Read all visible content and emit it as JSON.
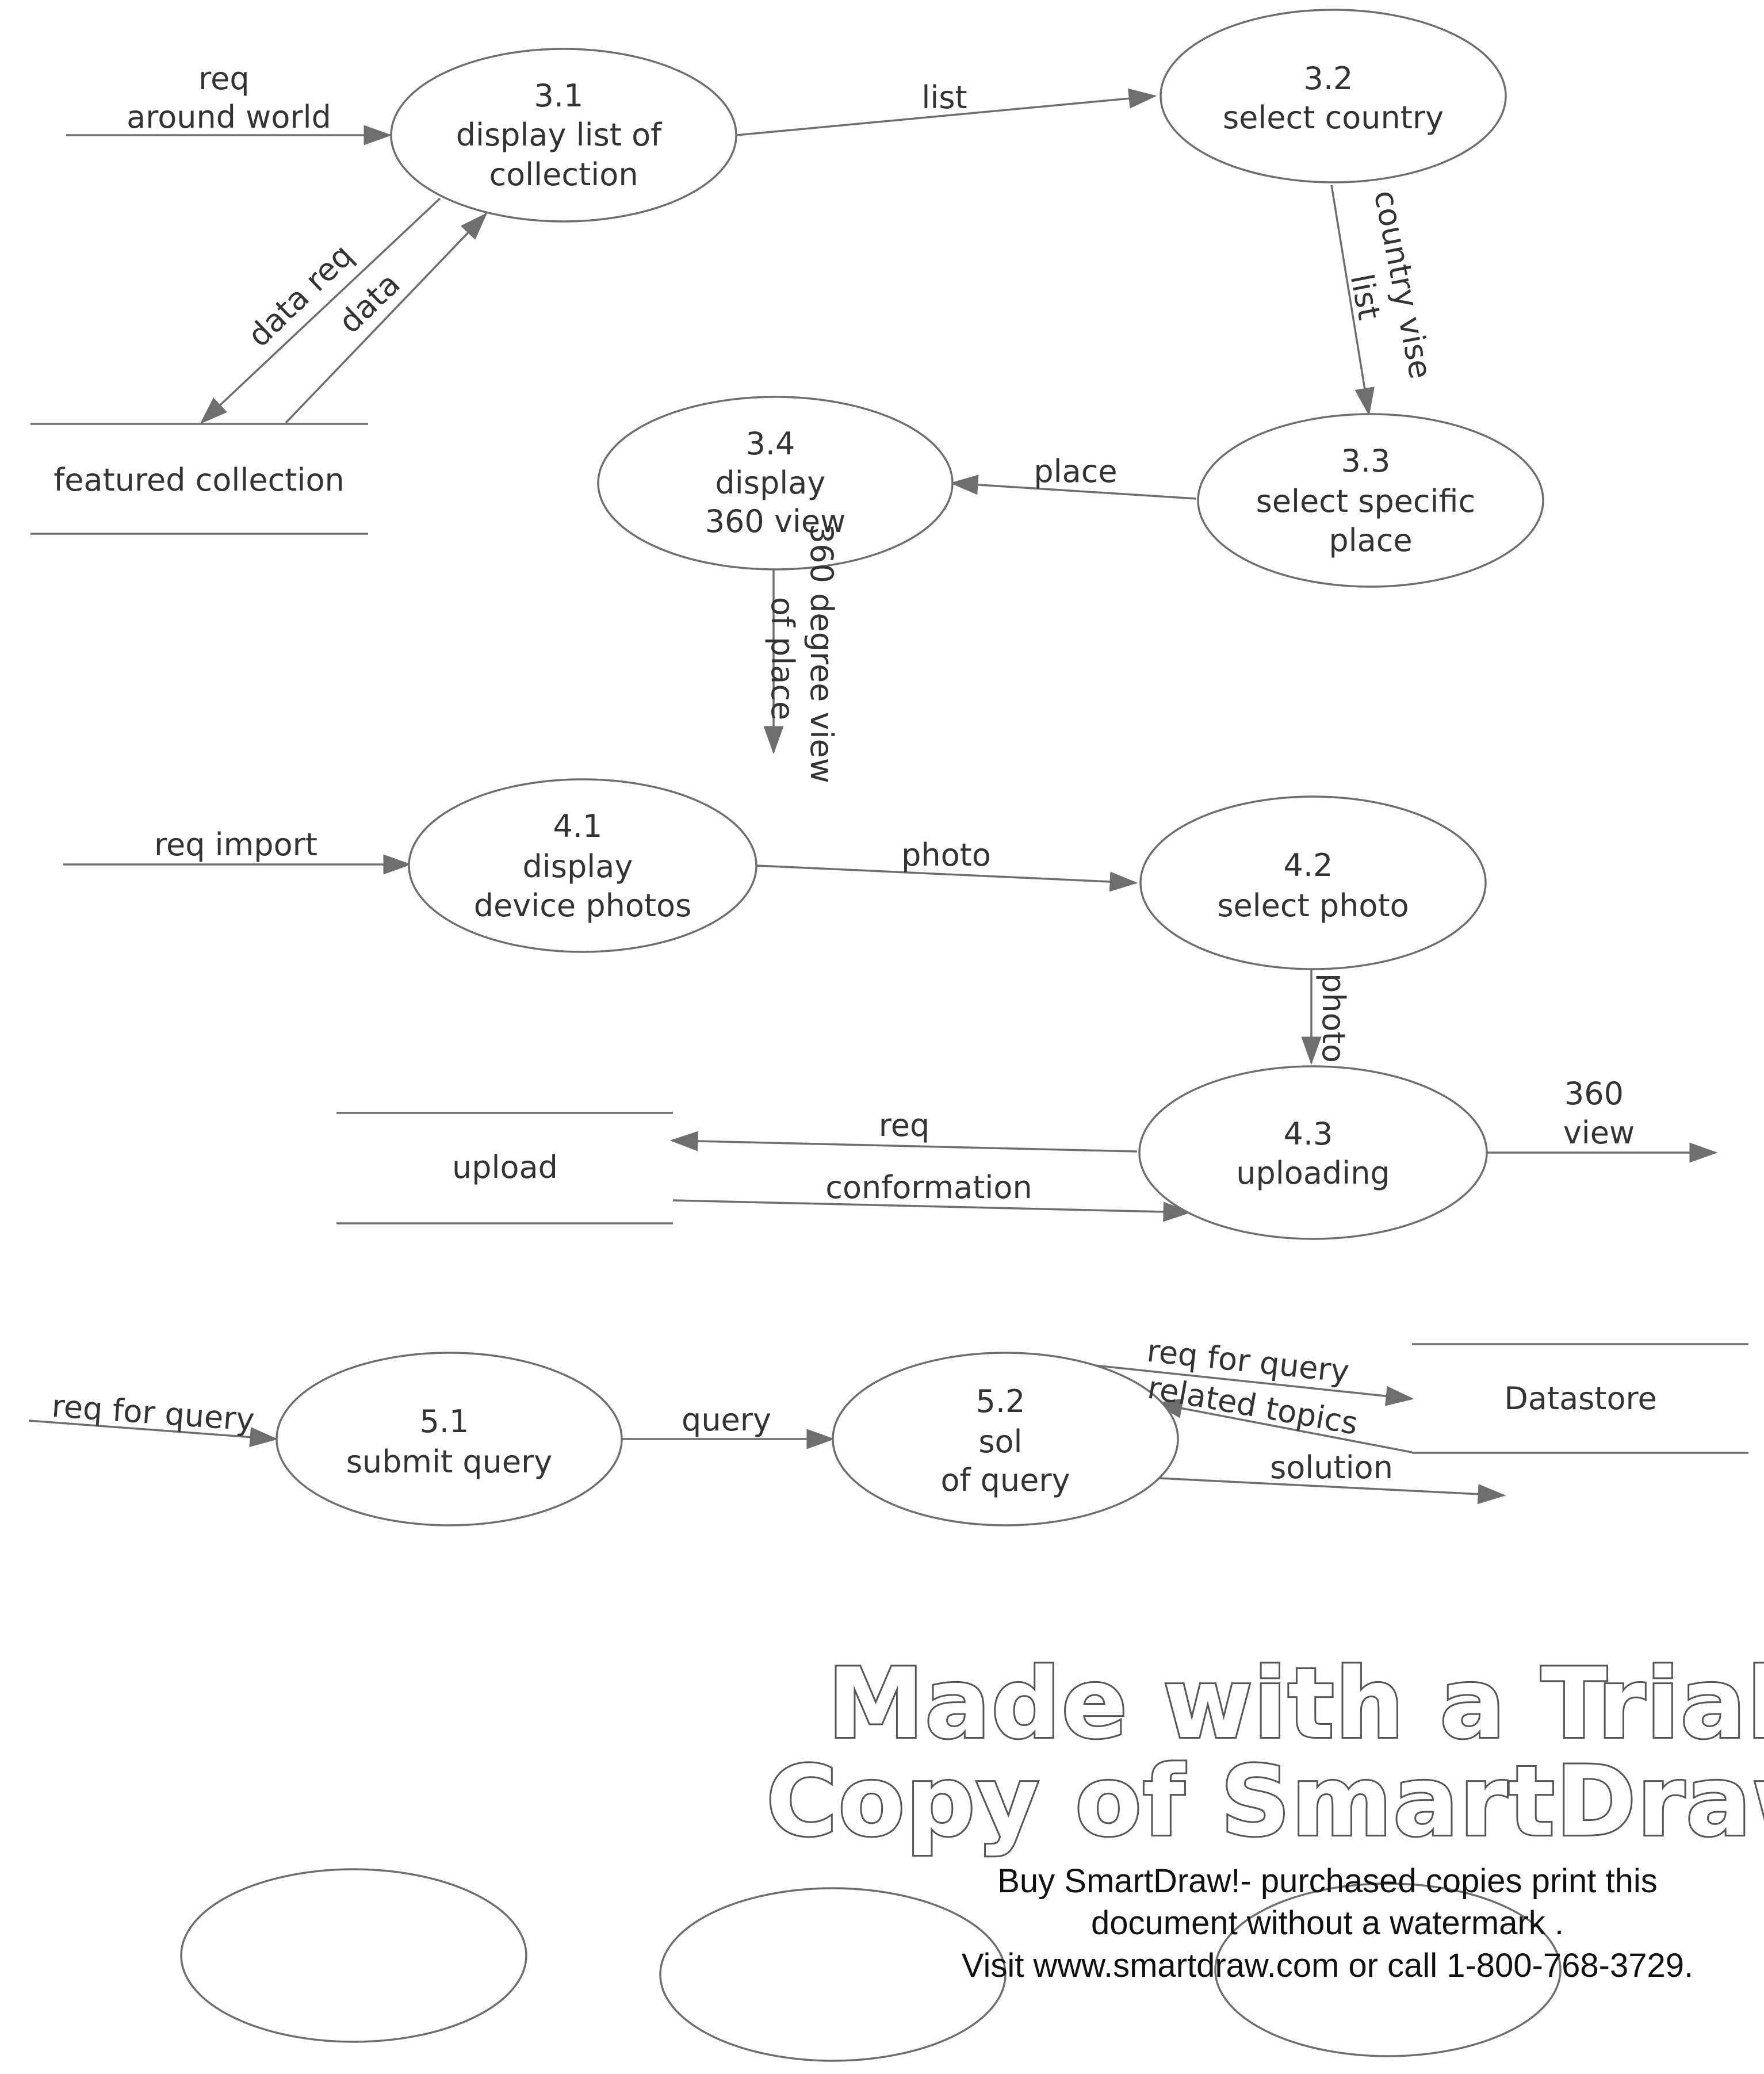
{
  "processes": {
    "p31": {
      "lines": [
        "3.1",
        "display list of",
        "collection"
      ]
    },
    "p32": {
      "lines": [
        "3.2",
        "select country"
      ]
    },
    "p33": {
      "lines": [
        "3.3",
        "select specific",
        "place"
      ]
    },
    "p34": {
      "lines": [
        "3.4",
        "display",
        "360 view"
      ]
    },
    "p41": {
      "lines": [
        "4.1",
        "display",
        "device photos"
      ]
    },
    "p42": {
      "lines": [
        "4.2",
        "select photo"
      ]
    },
    "p43": {
      "lines": [
        "4.3",
        "uploading"
      ]
    },
    "p51": {
      "lines": [
        "5.1",
        "submit query"
      ]
    },
    "p52": {
      "lines": [
        "5.2",
        "sol",
        "of query"
      ]
    }
  },
  "stores": {
    "featured": "featured collection",
    "upload": "upload",
    "datastore": "Datastore"
  },
  "flows": {
    "req_around_world": [
      "req",
      "around world"
    ],
    "list": "list",
    "data_req": "data req",
    "data": "data",
    "country_vise_list": [
      "country vise",
      "list"
    ],
    "place": "place",
    "view_360_of_place": [
      "360 degree view",
      "of place"
    ],
    "req_import": "req import",
    "photo_1": "photo",
    "photo_2": "photo",
    "req": "req",
    "conformation": "conformation",
    "view_360": [
      "360",
      "view"
    ],
    "req_for_query_in": "req for query",
    "query": "query",
    "req_for_query_out": "req for query",
    "related_topics": "related topics",
    "solution": "solution"
  },
  "watermark": {
    "line1": "Made with a Trial",
    "line2": "Copy of SmartDraw",
    "note1": "Buy SmartDraw!- purchased copies print this",
    "note2": "document without a watermark .",
    "note3": "Visit www.smartdraw.com or call 1-800-768-3729."
  }
}
